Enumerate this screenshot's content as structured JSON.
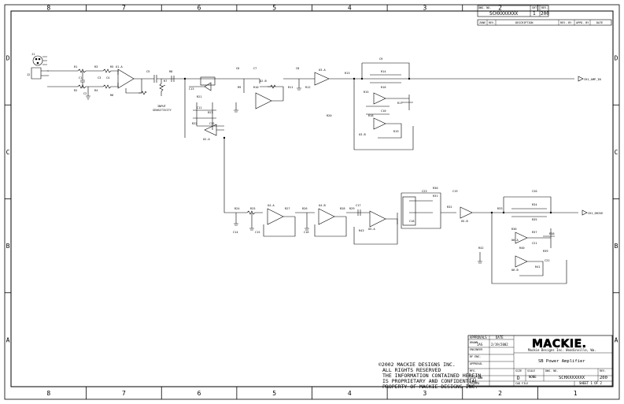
{
  "border_zones": {
    "columns": [
      "8",
      "7",
      "6",
      "5",
      "4",
      "3",
      "2",
      "1"
    ],
    "rows": [
      "D",
      "C",
      "B",
      "A"
    ]
  },
  "revision_block": {
    "dwg_no_label": "DWG. NO.",
    "dwg_no": "SCHXXXXXXX",
    "sht_label": "SHT",
    "sht": "1",
    "rev_label": "REV.",
    "rev": "200",
    "headers": [
      "ZONE",
      "REV.",
      "DESCRIPTION",
      "REV. BY",
      "APPD. BY",
      "DATE"
    ]
  },
  "copyright": [
    "©2002 MACKIE DESIGNS INC.",
    "ALL RIGHTS RESERVED",
    "THE INFORMATION CONTAINED HEREIN",
    "IS PROPRIETARY AND CONFIDENTIAL",
    "PROPERTY OF MACKIE DESIGNS INC."
  ],
  "title_block": {
    "approvals_label": "APPROVALS",
    "date_label": "DATE",
    "rows": [
      {
        "label": "DRAWN",
        "value": "JAS",
        "date": "2/19/2002"
      },
      {
        "label": "ENGINEER",
        "value": "",
        "date": ""
      },
      {
        "label": "RF ENG.",
        "value": "",
        "date": ""
      },
      {
        "label": "APPROVAL",
        "value": "",
        "date": ""
      },
      {
        "label": "MFG.",
        "value": "",
        "date": ""
      },
      {
        "label": "SIZE DWN",
        "value": "",
        "date": ""
      },
      {
        "label": "ISSUED",
        "value": "",
        "date": ""
      }
    ],
    "company": "MACKIE.",
    "company_sub": "Mackie Designs Inc.   Woodinville, Wa.",
    "title": "SB Power Amplifier",
    "size_label": "SIZE",
    "size": "D",
    "scale_label": "SCALE",
    "scale": "NONE",
    "dwg_no_label": "DWG. NO.",
    "dwg_no": "SCHXXXXXXX",
    "rev_label": "REV.",
    "rev": "200",
    "cad_file_label": "CAD FILE",
    "sheet_text": "SHEET  1  OF  2"
  },
  "schematic": {
    "input_sensitivity_label": [
      "INPUT",
      "SENSITIVITY"
    ],
    "net_labels": [
      "CH1_AMP_IN",
      "CH1_DRIVE"
    ],
    "top_opamps": [
      "U1-A",
      "U2-A",
      "U2-B",
      "U3-A",
      "U3-B"
    ],
    "top_components": [
      "R1",
      "R2",
      "R3",
      "R4",
      "R5",
      "R6",
      "C1",
      "C2",
      "C3",
      "C4",
      "C5",
      "R7",
      "R8",
      "C6",
      "C7",
      "C8",
      "R9",
      "R10",
      "R11",
      "R12",
      "R13",
      "R14",
      "R15",
      "R16",
      "R17",
      "R18",
      "R19",
      "R20",
      "R21",
      "R22",
      "R23",
      "C9",
      "C10",
      "C11",
      "C12",
      "C13"
    ],
    "bottom_opamps": [
      "U4-A",
      "U4-B",
      "U5-A",
      "U5-B",
      "U6-A",
      "U6-B"
    ],
    "bottom_components": [
      "R24",
      "R25",
      "R26",
      "R27",
      "R28",
      "R29",
      "R30",
      "R31",
      "R32",
      "R33",
      "R34",
      "R35",
      "R36",
      "R37",
      "R38",
      "R39",
      "R40",
      "R41",
      "R42",
      "R43",
      "C14",
      "C15",
      "C16",
      "C17",
      "C18",
      "C19",
      "C20",
      "C21",
      "C22",
      "C23"
    ],
    "connectors": [
      "J1",
      "J2"
    ]
  }
}
